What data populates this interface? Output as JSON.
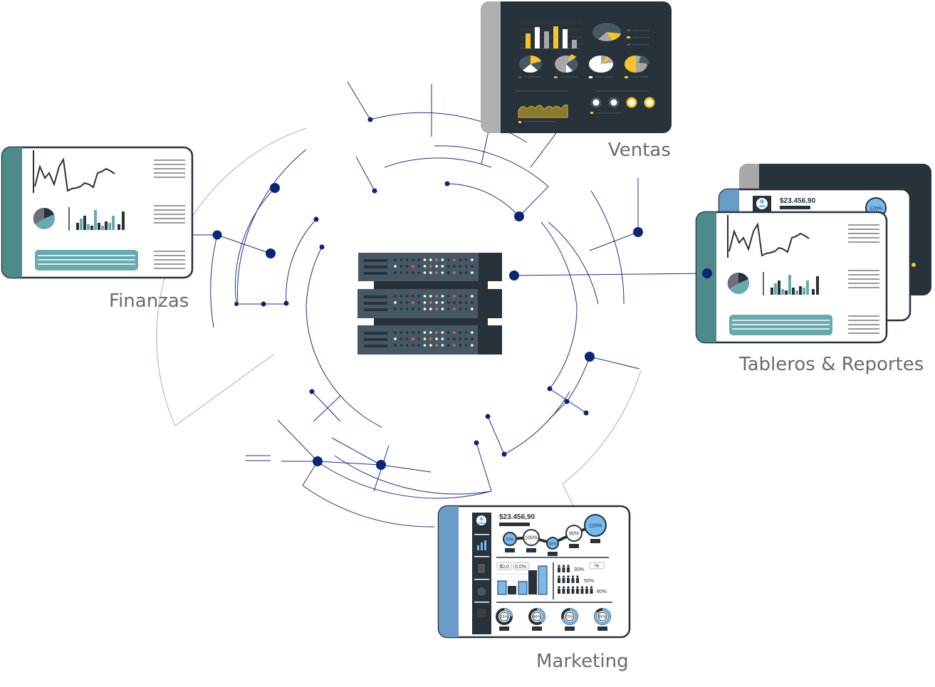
{
  "labels": {
    "ventas": "Ventas",
    "finanzas": "Finanzas",
    "tableros": "Tableros & Reportes",
    "marketing": "Marketing"
  },
  "marketing": {
    "amount": "$23.456,90",
    "bubbles": [
      "70%",
      "100%",
      "50%",
      "90%",
      "120%"
    ],
    "field_amount": "$0.0",
    "field_percent": "0.0%",
    "people_percent": [
      "30%",
      "50%",
      "80%"
    ],
    "percent_box": "%",
    "rings": [
      "25%",
      "40%",
      "70%",
      "85%"
    ],
    "ring_values": [
      0.25,
      0.4,
      0.7,
      0.85
    ]
  },
  "tableros": {
    "amount": "$23.456,90",
    "bubble": "120%"
  },
  "colors": {
    "dark": "#27323a",
    "slate": "#465863",
    "teal": "#67aab0",
    "teal_strip": "#4f8a8b",
    "blue": "#78b9ef",
    "blue_strip": "#6a9ac6",
    "yellow": "#f7c325",
    "node": "#0b2577",
    "led_red": "#f0614b"
  }
}
